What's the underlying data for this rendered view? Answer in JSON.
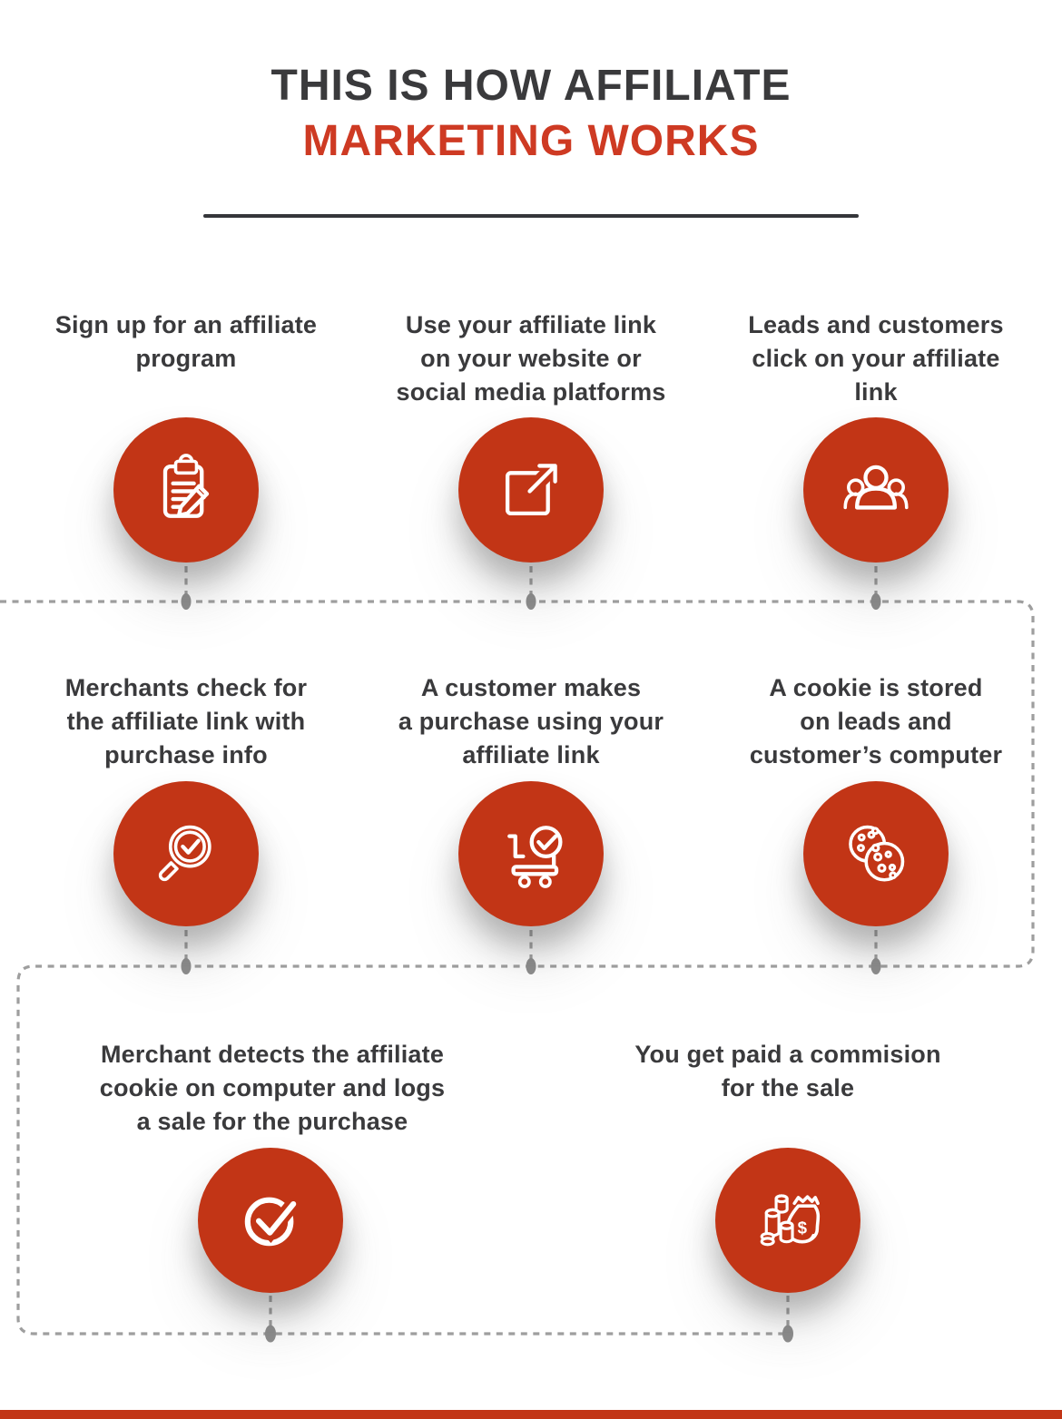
{
  "title": {
    "line1": "THIS IS HOW AFFILIATE",
    "line2": "MARKETING WORKS"
  },
  "colors": {
    "brand_red": "#C23516",
    "title_red": "#CE3A23",
    "text_dark": "#3A3A3C",
    "connector_gray": "#9E9E9E",
    "dot_gray": "#8C8C8C",
    "background": "#FFFFFF"
  },
  "steps": [
    {
      "id": 1,
      "label": "Sign up for an affiliate\nprogram",
      "icon": "clipboard-pencil"
    },
    {
      "id": 2,
      "label": "Use your affiliate link\non your website or\nsocial media platforms",
      "icon": "external-link"
    },
    {
      "id": 3,
      "label": "Leads and customers\nclick on your affiliate\nlink",
      "icon": "users-group"
    },
    {
      "id": 4,
      "label": "Merchants check for\nthe affiliate link with\npurchase info",
      "icon": "search-check"
    },
    {
      "id": 5,
      "label": "A customer makes\na purchase using your\naffiliate link",
      "icon": "cart-check"
    },
    {
      "id": 6,
      "label": "A cookie is stored\non leads and\ncustomer’s computer",
      "icon": "cookies"
    },
    {
      "id": 7,
      "label": "Merchant detects the affiliate\ncookie on computer and logs\na sale for the purchase",
      "icon": "check-circle"
    },
    {
      "id": 8,
      "label": "You get paid a commision\nfor the sale",
      "icon": "money-bag",
      "symbol": "$"
    }
  ]
}
